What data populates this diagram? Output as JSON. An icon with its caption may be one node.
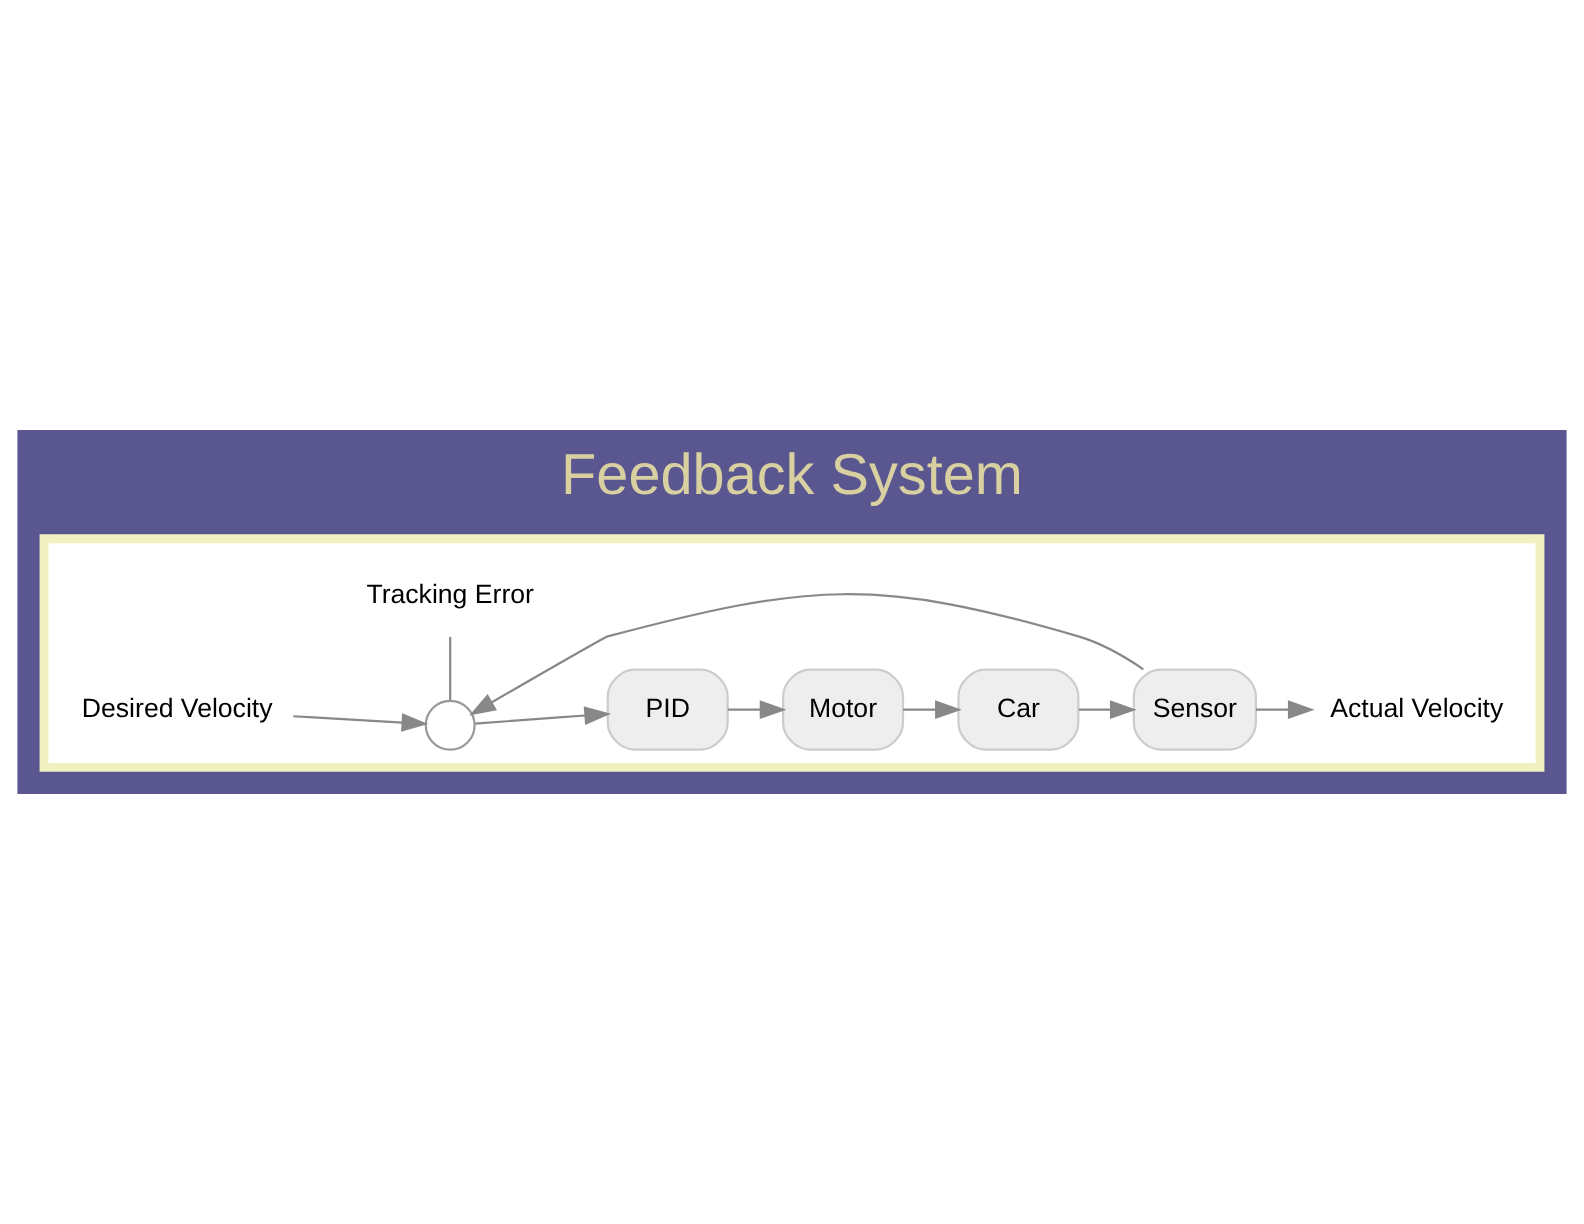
{
  "diagram": {
    "title": "Feedback System",
    "nodes": [
      {
        "text": [],
        "shape": "box"
      },
      {
        "text": [
          "Desired Velocity"
        ],
        "in": 0
      },
      {
        "text": [],
        "shape": "circle",
        "in": 0
      },
      {
        "text": [
          "PID"
        ],
        "in": 0
      },
      {
        "text": [
          "Motor"
        ],
        "in": 0
      },
      {
        "text": [
          "Car"
        ],
        "in": 0
      },
      {
        "text": [
          "Sensor"
        ],
        "in": 0
      },
      {
        "text": [
          "Actual Velocity"
        ],
        "in": 0
      },
      {
        "text": [
          "Tracking Error"
        ],
        "in": 0
      }
    ],
    "edges": [
      {
        "from": 1,
        "to": 2,
        "arrow": "to"
      },
      {
        "from": 2,
        "to": 3,
        "arrow": "to"
      },
      {
        "from": 3,
        "to": 4,
        "arrow": "to"
      },
      {
        "from": 4,
        "to": 5,
        "arrow": "to"
      },
      {
        "from": 5,
        "to": 6,
        "arrow": "to"
      },
      {
        "from": 6,
        "to": 7,
        "arrow": "to"
      },
      {
        "from": 6,
        "to": 2,
        "arrow": "to"
      },
      {
        "from": 2,
        "to": 8,
        "arrow": "none"
      }
    ]
  }
}
